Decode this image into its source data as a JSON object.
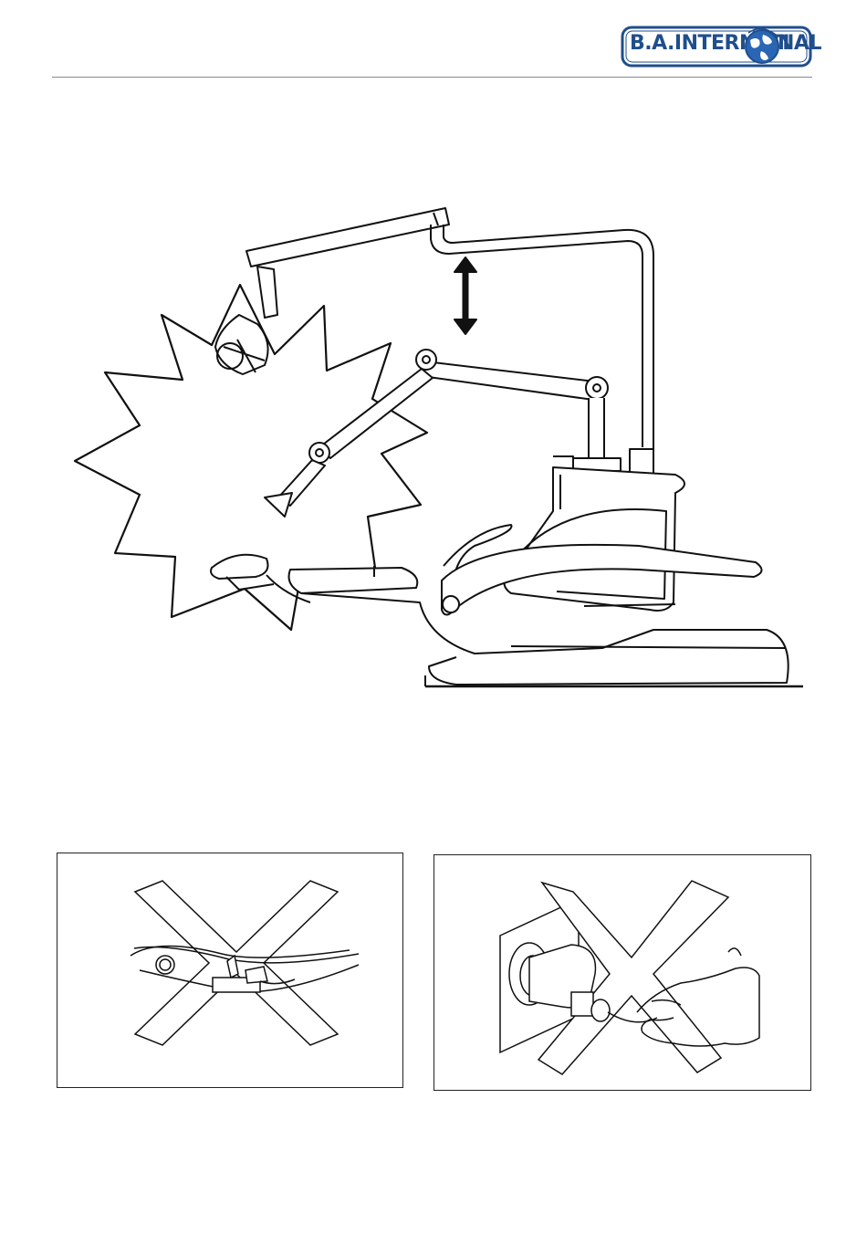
{
  "header": {
    "logo": {
      "text_left": "B.A.INTERNATI",
      "text_right": "NAL",
      "brand_color": "#1f4e8c",
      "globe_color": "#2a66b3",
      "icon": "globe-icon"
    }
  },
  "figures": {
    "main": {
      "icon": "dental-chair-illustration",
      "warning_icon": "collision-starburst-icon",
      "arrow_icon": "double-arrow-icon"
    },
    "panel_left": {
      "icon": "cable-crossed-out-icon"
    },
    "panel_right": {
      "icon": "plug-pull-crossed-out-icon"
    }
  }
}
